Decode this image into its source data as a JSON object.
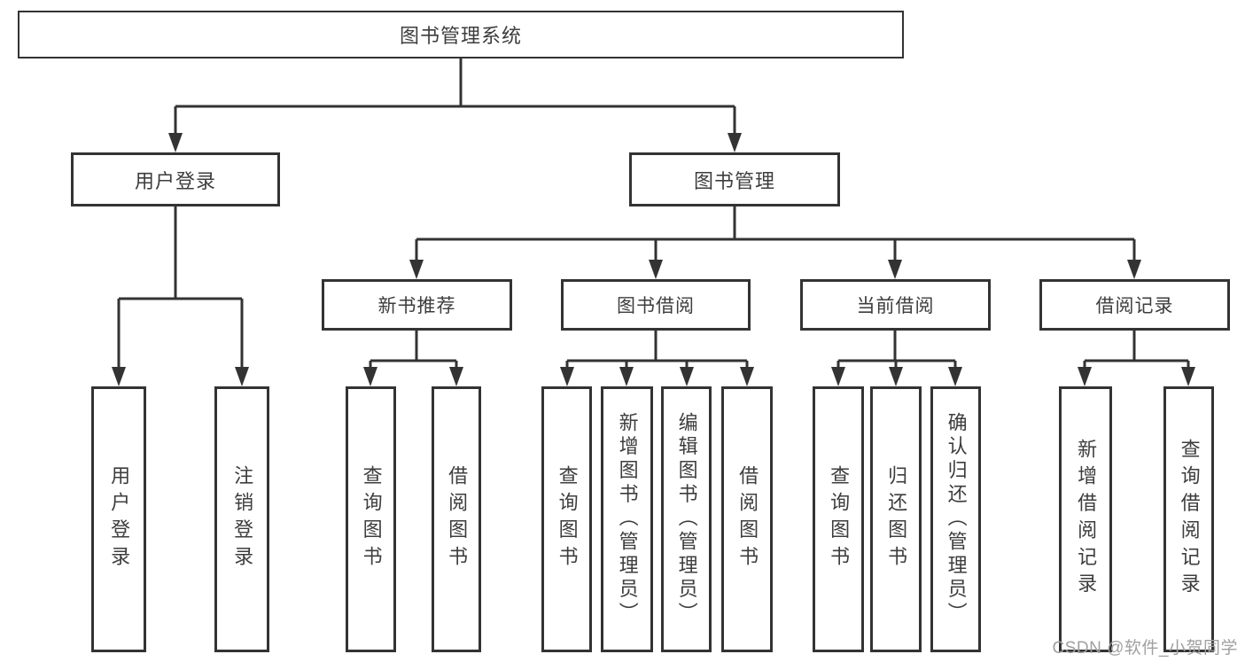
{
  "tree": {
    "label": "图书管理系统",
    "children": [
      {
        "label": "用户登录",
        "children": [
          {
            "label": "用户登录"
          },
          {
            "label": "注销登录"
          }
        ]
      },
      {
        "label": "图书管理",
        "children": [
          {
            "label": "新书推荐",
            "children": [
              {
                "label": "查询图书"
              },
              {
                "label": "借阅图书"
              }
            ]
          },
          {
            "label": "图书借阅",
            "children": [
              {
                "label": "查询图书"
              },
              {
                "label": "新增图书（管理员）"
              },
              {
                "label": "编辑图书（管理员）"
              },
              {
                "label": "借阅图书"
              }
            ]
          },
          {
            "label": "当前借阅",
            "children": [
              {
                "label": "查询图书"
              },
              {
                "label": "归还图书"
              },
              {
                "label": "确认归还（管理员）"
              }
            ]
          },
          {
            "label": "借阅记录",
            "children": [
              {
                "label": "新增借阅记录"
              },
              {
                "label": "查询借阅记录"
              }
            ]
          }
        ]
      }
    ]
  },
  "colors": {
    "line": "#333333",
    "text": "#3d3d3d",
    "watermark": "#a0a0a0"
  },
  "watermark": {
    "text": "CSDN @软件_小贺同学"
  }
}
